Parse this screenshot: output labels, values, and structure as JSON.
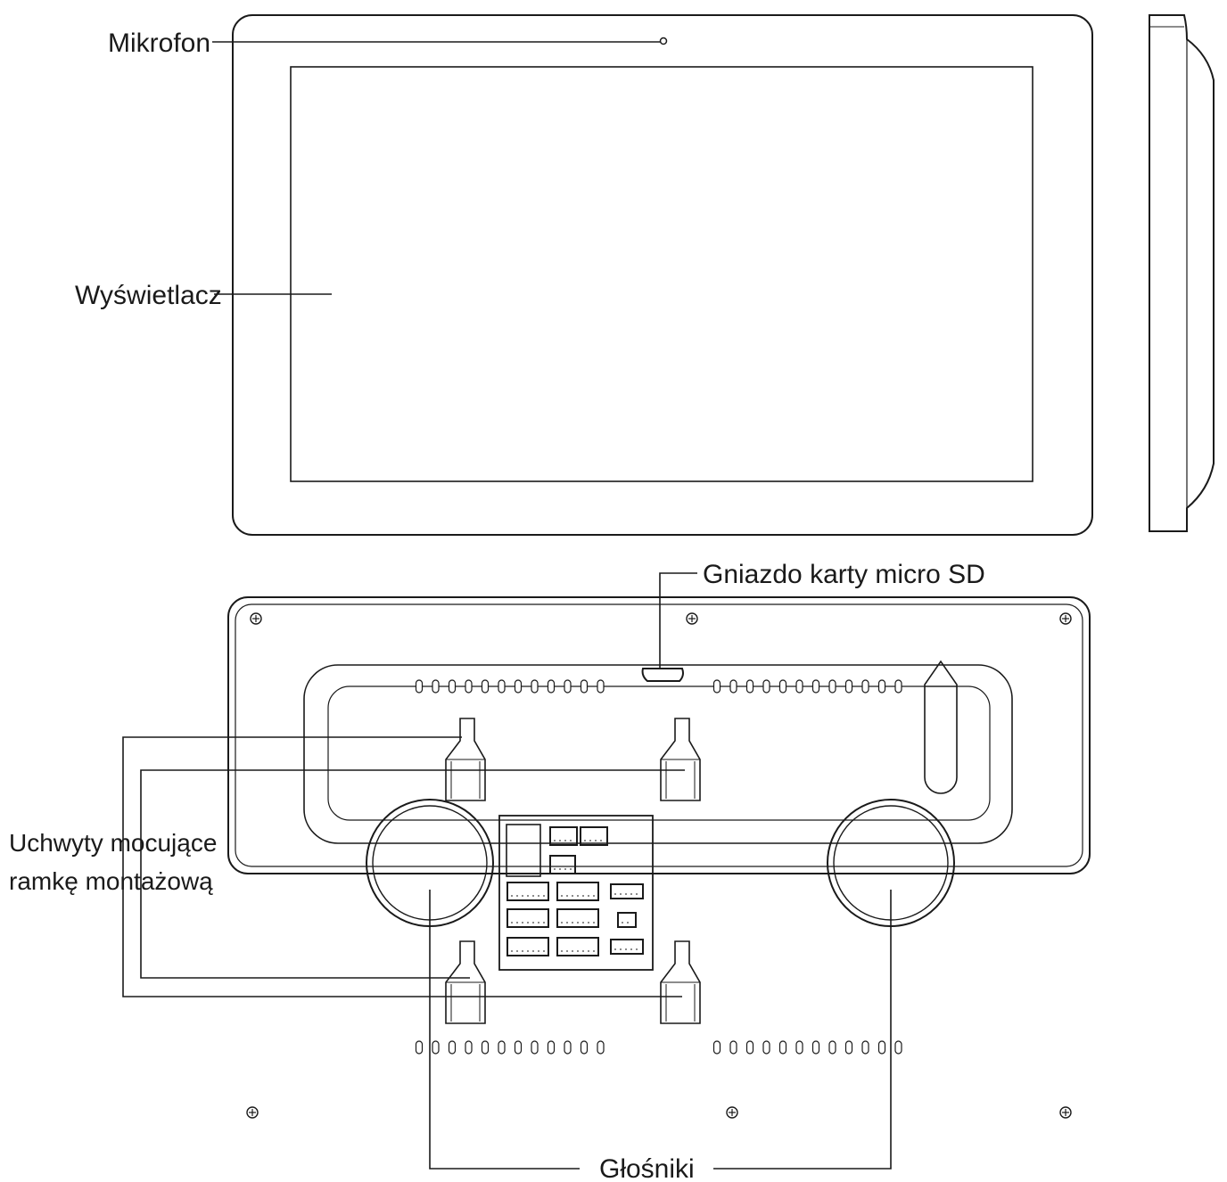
{
  "labels": {
    "microphone": "Mikrofon",
    "display": "Wyświetlacz",
    "sd_slot": "Gniazdo karty micro SD",
    "mount_line1": "Uchwyty mocujące",
    "mount_line2": "ramkę montażową",
    "speakers": "Głośniki"
  },
  "colors": {
    "line": "#1a1a1a",
    "background": "#ffffff"
  }
}
